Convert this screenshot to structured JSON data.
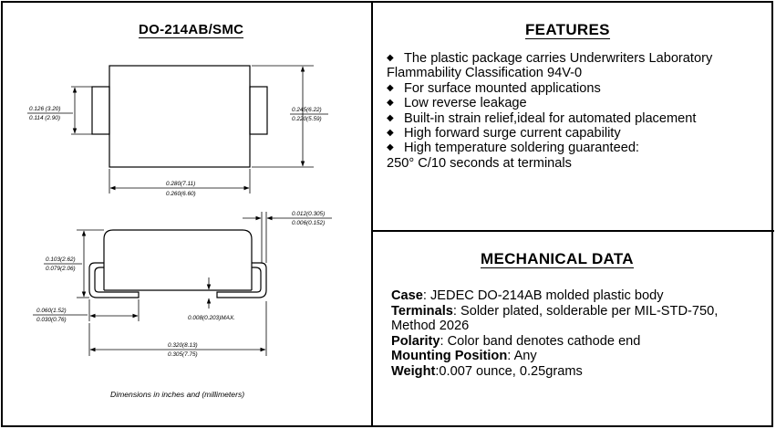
{
  "package": {
    "title": "DO-214AB/SMC",
    "dims": {
      "height_max": "0.126 (3.20)",
      "height_min": "0.114 (2.90)",
      "width_max": "0.245(6.22)",
      "width_min": "0.220(5.59)",
      "length_max": "0.280(7.11)",
      "length_min": "0.260(6.60)",
      "lead_thick_max": "0.012(0.305)",
      "lead_thick_min": "0.006(0.152)",
      "body_height_max": "0.103(2.62)",
      "body_height_min": "0.079(2.06)",
      "lead_len_max": "0.060(1.52)",
      "lead_len_min": "0.030(0.76)",
      "standoff_max": "0.008(0.203)MAX.",
      "overall_max": "0.320(8.13)",
      "overall_min": "0.305(7.75)"
    },
    "caption": "Dimensions in inches and (millimeters)"
  },
  "features": {
    "title": "FEATURES",
    "bullet_glyph": "◆",
    "items": [
      "The plastic package carries Underwriters Laboratory\nFlammability Classification 94V-0",
      "For surface mounted applications",
      "Low reverse leakage",
      "Built-in strain relief,ideal for automated placement",
      "High forward surge current capability",
      "High temperature soldering guaranteed:\n250° C/10 seconds at terminals"
    ]
  },
  "mechanical": {
    "title": "MECHANICAL DATA",
    "rows": [
      {
        "label": "Case",
        "value": ": JEDEC DO-214AB molded plastic body"
      },
      {
        "label": "Terminals",
        "value": ": Solder plated, solderable per MIL-STD-750,"
      },
      {
        "label": "",
        "value": "Method 2026"
      },
      {
        "label": "Polarity",
        "value": ": Color band denotes cathode end"
      },
      {
        "label": "Mounting Position",
        "value": ": Any"
      },
      {
        "label": "Weight",
        "value": ":0.007 ounce, 0.25grams"
      }
    ]
  }
}
